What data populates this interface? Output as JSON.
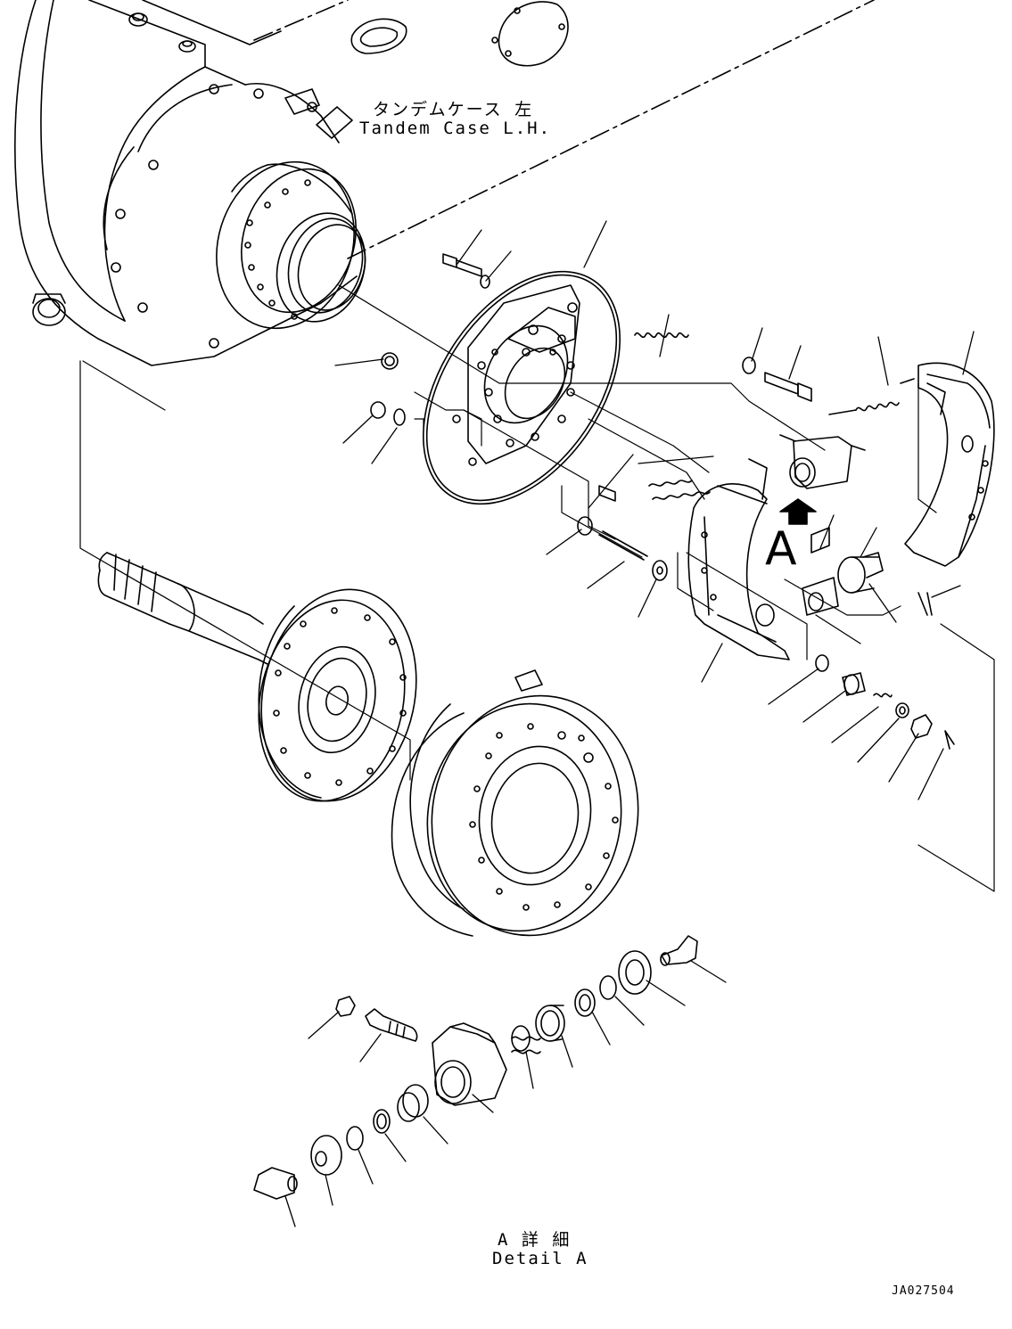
{
  "labels": {
    "tandem_case_jp": "タンデムケース 左",
    "tandem_case_en": "Tandem Case L.H.",
    "callout_letter": "A",
    "detail_jp": "A 詳 細",
    "detail_en": "Detail A",
    "drawing_number": "JA027504"
  },
  "icons": {
    "view_arrow": "up-arrow-icon"
  },
  "colors": {
    "line": "#000000",
    "background": "#ffffff"
  }
}
